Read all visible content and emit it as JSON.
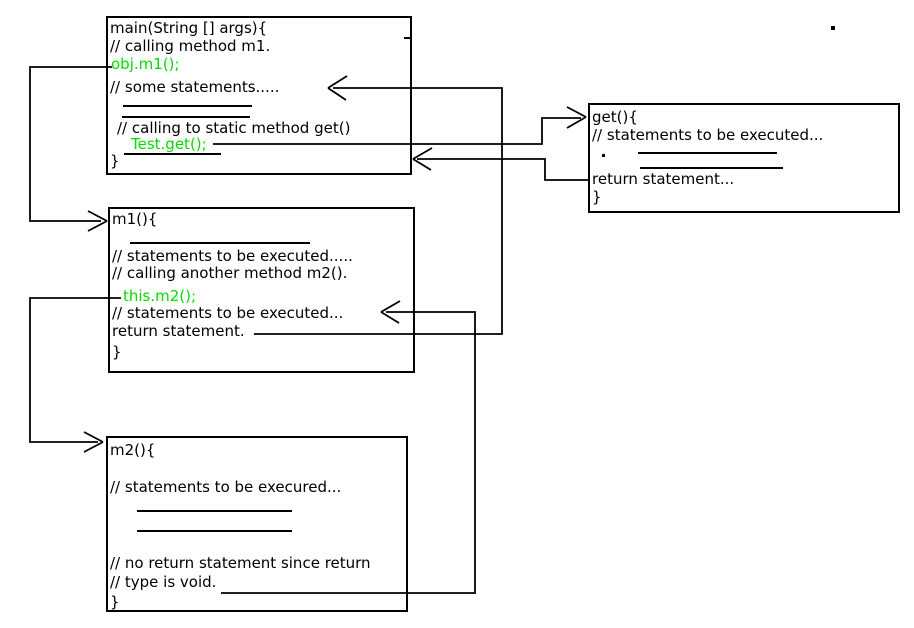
{
  "colors": {
    "background": "#ffffff",
    "line": "#000000",
    "text": "#000000",
    "code_highlight": "#00dd00"
  },
  "boxes": {
    "main": {
      "title": "main method",
      "lines": [
        {
          "text": "main(String [] args){",
          "highlight": false
        },
        {
          "text": "// calling method m1.",
          "highlight": false
        },
        {
          "text": "obj.m1();",
          "highlight": true
        },
        {
          "text": "// some statements.....",
          "highlight": false
        },
        {
          "text": "// calling to static method get()",
          "highlight": false
        },
        {
          "text": "Test.get();",
          "highlight": true
        },
        {
          "text": "}",
          "highlight": false
        }
      ]
    },
    "get": {
      "title": "get method",
      "lines": [
        {
          "text": "get(){",
          "highlight": false
        },
        {
          "text": "// statements to be executed...",
          "highlight": false
        },
        {
          "text": "return statement...",
          "highlight": false
        },
        {
          "text": "}",
          "highlight": false
        }
      ]
    },
    "m1": {
      "title": "m1 method",
      "lines": [
        {
          "text": "m1(){",
          "highlight": false
        },
        {
          "text": "// statements to be executed.....",
          "highlight": false
        },
        {
          "text": "// calling another method m2().",
          "highlight": false
        },
        {
          "text": "this.m2();",
          "highlight": true
        },
        {
          "text": "// statements to be executed...",
          "highlight": false
        },
        {
          "text": "return statement.",
          "highlight": false
        },
        {
          "text": "}",
          "highlight": false
        }
      ]
    },
    "m2": {
      "title": "m2 method",
      "lines": [
        {
          "text": "m2(){",
          "highlight": false
        },
        {
          "text": "// statements to be execured...",
          "highlight": false
        },
        {
          "text": "// no return statement since return",
          "highlight": false
        },
        {
          "text": "// type is void.",
          "highlight": false
        },
        {
          "text": "}",
          "highlight": false
        }
      ]
    }
  },
  "connectors": [
    {
      "name": "call-main-to-m1",
      "kind": "call",
      "from": "obj.m1();",
      "to": "m1(){"
    },
    {
      "name": "call-m1-to-m2",
      "kind": "call",
      "from": "this.m2();",
      "to": "m2(){"
    },
    {
      "name": "call-main-to-get",
      "kind": "call",
      "from": "Test.get();",
      "to": "get(){"
    },
    {
      "name": "return-get-to-main",
      "kind": "return",
      "from": "return statement...",
      "to": "main after Test.get()"
    },
    {
      "name": "return-m1-to-main",
      "kind": "return",
      "from": "return statement.",
      "to": "// some statements....."
    },
    {
      "name": "return-m2-to-m1",
      "kind": "return",
      "from": "// type is void.",
      "to": "// statements to be executed..."
    }
  ]
}
